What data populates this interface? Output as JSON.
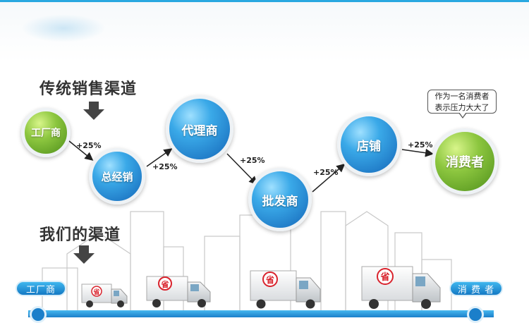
{
  "traditional": {
    "title": "传统销售渠道",
    "nodes": {
      "factory": "工厂商",
      "general_dealer": "总经销",
      "agent": "代理商",
      "wholesaler": "批发商",
      "store": "店铺",
      "consumer": "消费者"
    },
    "markups": [
      "+25%",
      "+25%",
      "+25%",
      "+25%",
      "+25%"
    ],
    "bubble_line1": "作为一名消费者",
    "bubble_line2": "表示压力大大了"
  },
  "ours": {
    "title": "我们的渠道",
    "start_label": "工厂商",
    "end_label": "消 费 者",
    "truck_mark": "省"
  },
  "colors": {
    "blue_accent": "#1b7fca",
    "green_consumer": "#8cc63f",
    "truck_mark_red": "#d9232d"
  }
}
